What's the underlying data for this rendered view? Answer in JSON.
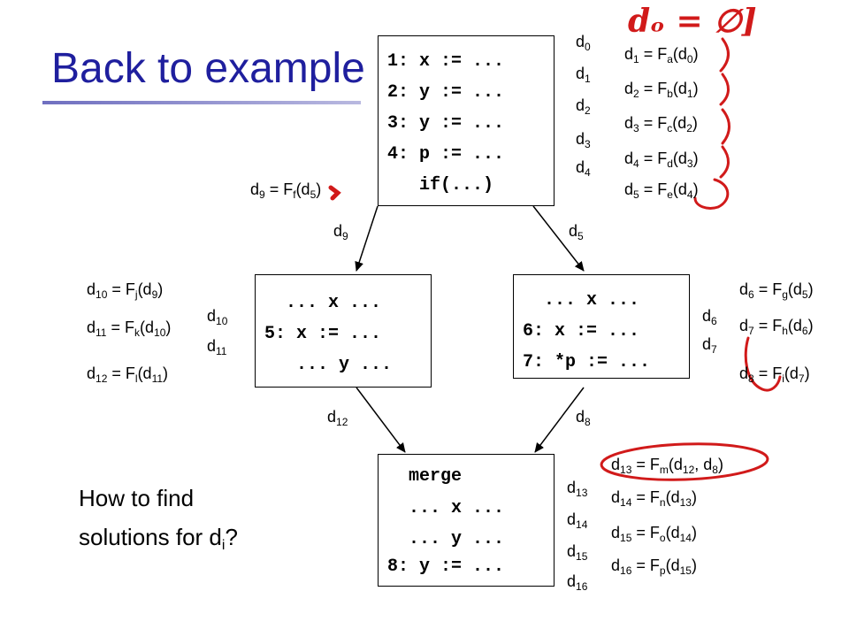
{
  "slide": {
    "title": "Back to example",
    "question": [
      "How to find",
      "solutions for d",
      "i",
      "?"
    ]
  },
  "annotation_ink": {
    "text": "dₒ = ∅]",
    "color": "#d11a1a"
  },
  "blocks": {
    "entry": [
      "1: x := ...",
      "2: y := ...",
      "3: y := ...",
      "4: p := ...",
      "   if(...)"
    ],
    "left": [
      "  ... x ...",
      "5: x := ...",
      "   ... y ..."
    ],
    "right": [
      "  ... x ...",
      "6: x := ...",
      "7: *p := ..."
    ],
    "merge": [
      "  merge",
      "  ... x ...",
      "  ... y ...",
      "8: y := ..."
    ]
  },
  "vars": {
    "d0": [
      "d",
      "0"
    ],
    "d1": [
      "d",
      "1"
    ],
    "d2": [
      "d",
      "2"
    ],
    "d3": [
      "d",
      "3"
    ],
    "d4": [
      "d",
      "4"
    ],
    "d5": [
      "d",
      "5"
    ],
    "d6": [
      "d",
      "6"
    ],
    "d7": [
      "d",
      "7"
    ],
    "d8": [
      "d",
      "8"
    ],
    "d9": [
      "d",
      "9"
    ],
    "d10": [
      "d",
      "10"
    ],
    "d11": [
      "d",
      "11"
    ],
    "d12": [
      "d",
      "12"
    ],
    "d13": [
      "d",
      "13"
    ],
    "d14": [
      "d",
      "14"
    ],
    "d15": [
      "d",
      "15"
    ],
    "d16": [
      "d",
      "16"
    ]
  },
  "equations": {
    "e1": [
      "d",
      "1",
      " = F",
      "a",
      "(d",
      "0",
      ")"
    ],
    "e2": [
      "d",
      "2",
      " = F",
      "b",
      "(d",
      "1",
      ")"
    ],
    "e3": [
      "d",
      "3",
      " = F",
      "c",
      "(d",
      "2",
      ")"
    ],
    "e4": [
      "d",
      "4",
      " = F",
      "d",
      "(d",
      "3",
      ")"
    ],
    "e5": [
      "d",
      "5",
      " = F",
      "e",
      "(d",
      "4",
      ")"
    ],
    "e6": [
      "d",
      "6",
      " = F",
      "g",
      "(d",
      "5",
      ")"
    ],
    "e7": [
      "d",
      "7",
      " = F",
      "h",
      "(d",
      "6",
      ")"
    ],
    "e8": [
      "d",
      "8",
      " = F",
      "i",
      "(d",
      "7",
      ")"
    ],
    "e9": [
      "d",
      "9",
      " = F",
      "f",
      "(d",
      "5",
      ")"
    ],
    "e10": [
      "d",
      "10",
      " = F",
      "j",
      "(d",
      "9",
      ")"
    ],
    "e11": [
      "d",
      "11",
      " = F",
      "k",
      "(d",
      "10",
      ")"
    ],
    "e12": [
      "d",
      "12",
      " = F",
      "l",
      "(d",
      "11",
      ")"
    ],
    "e13": [
      "d",
      "13",
      " = F",
      "m",
      "(d",
      "12",
      ", d",
      "8",
      ")"
    ],
    "e14": [
      "d",
      "14",
      " = F",
      "n",
      "(d",
      "13",
      ")"
    ],
    "e15": [
      "d",
      "15",
      " = F",
      "o",
      "(d",
      "14",
      ")"
    ],
    "e16": [
      "d",
      "16",
      " = F",
      "p",
      "(d",
      "15",
      ")"
    ]
  }
}
